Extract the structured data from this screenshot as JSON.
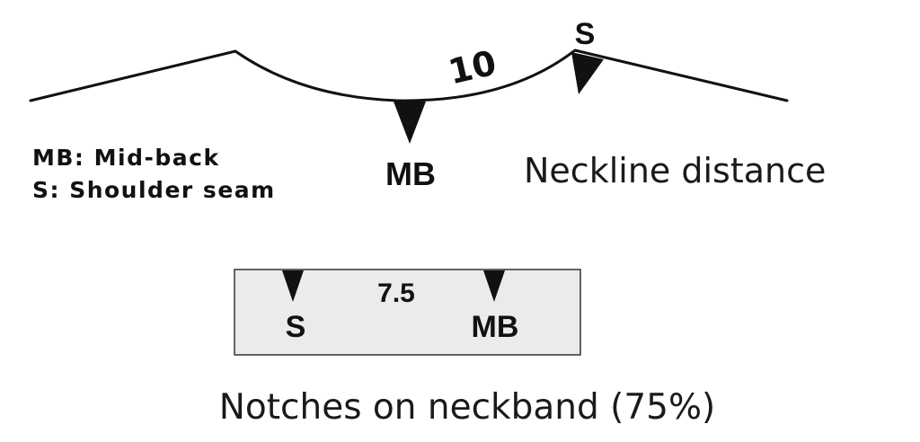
{
  "diagram": {
    "curve_label": "10",
    "curve_notches": {
      "shoulder": "S",
      "midback": "MB"
    },
    "curve_caption": "Neckline distance",
    "legend": {
      "line1": "MB: Mid-back",
      "line2": "S: Shoulder seam"
    },
    "neckband": {
      "label": "7.5",
      "notch_s": "S",
      "notch_mb": "MB",
      "fill_color": "#ebebeb"
    },
    "neckband_caption": "Notches on neckband (75%)"
  }
}
